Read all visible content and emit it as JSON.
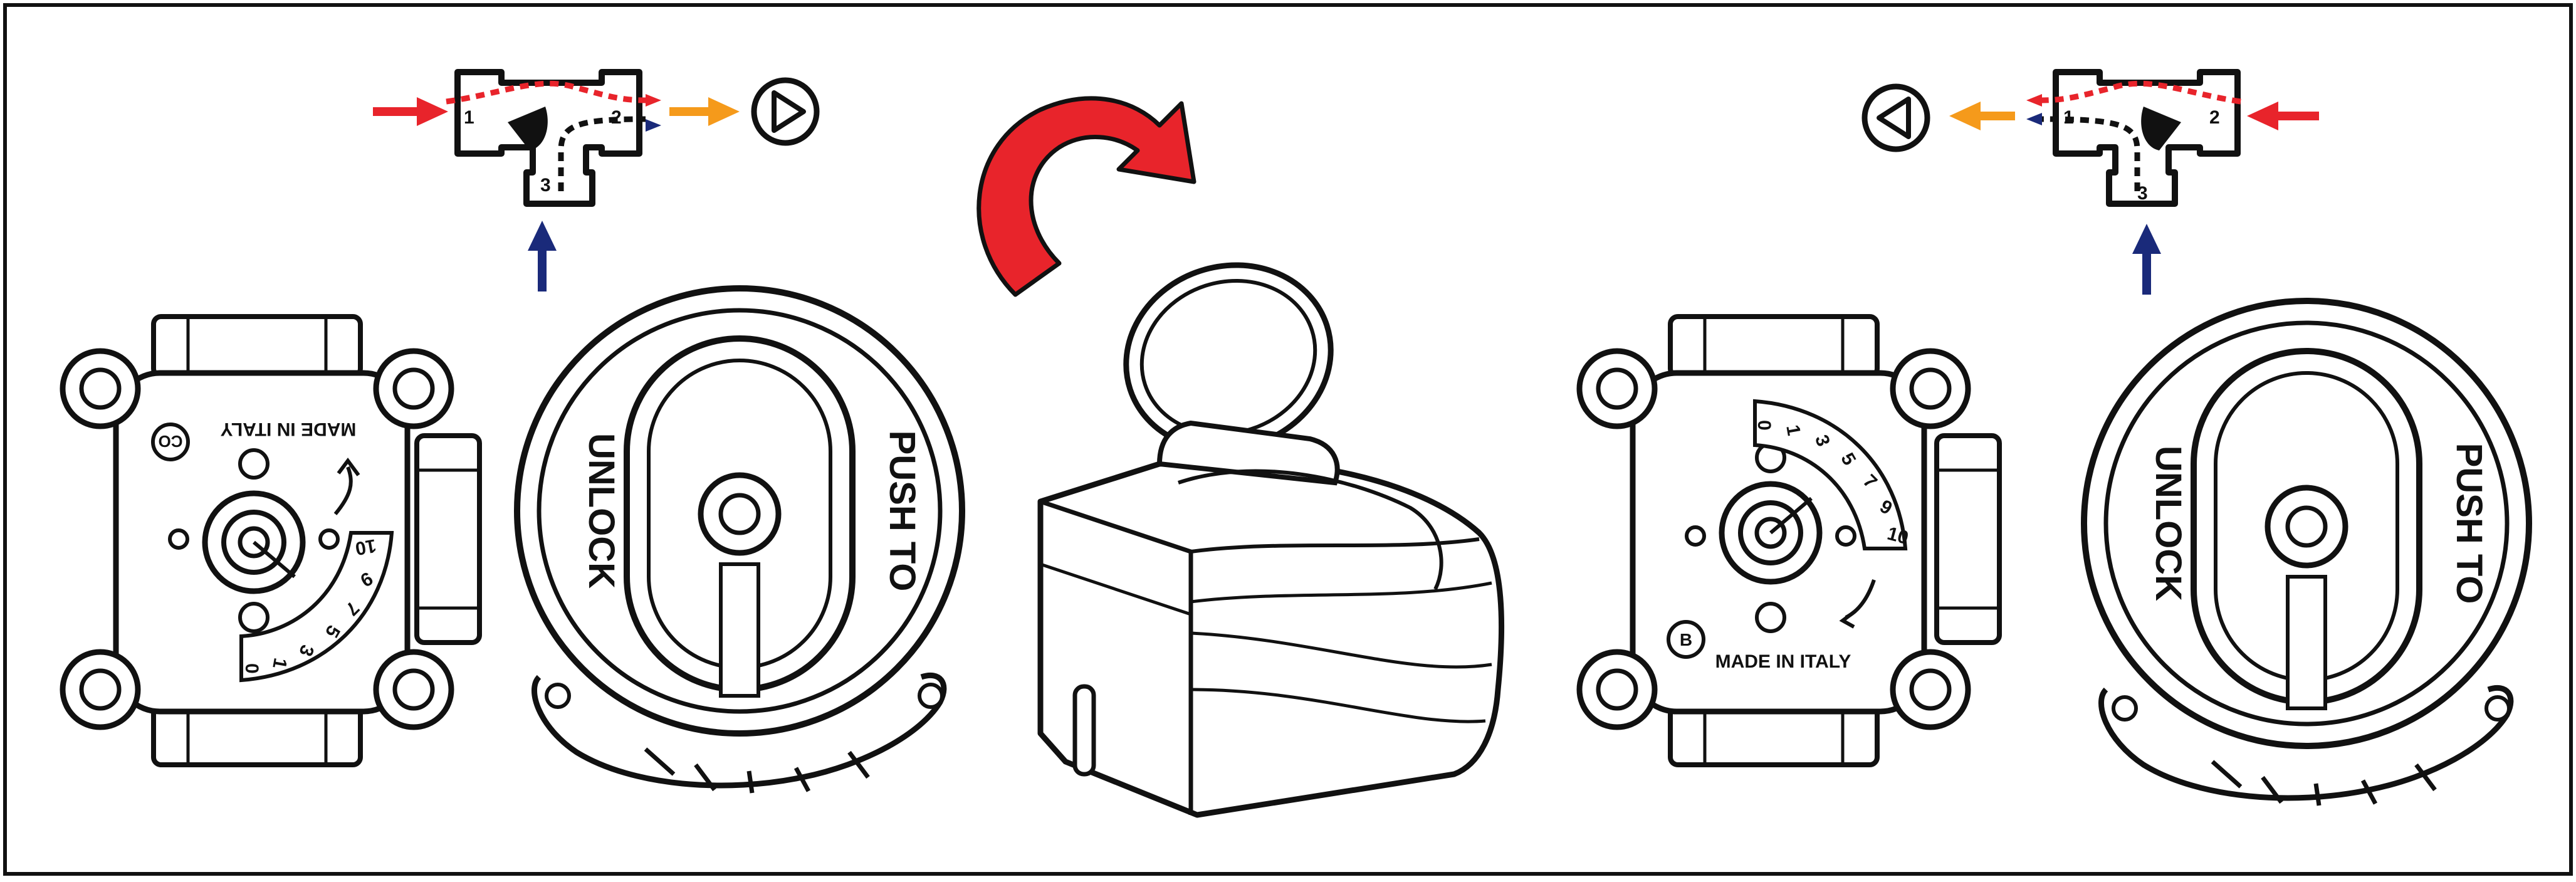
{
  "valve_left": {
    "port_1": "1",
    "port_2": "2",
    "port_3": "3",
    "made_in": "MADE IN ITALY",
    "brand_mark": "CO",
    "scale": [
      "0",
      "1",
      "3",
      "5",
      "7",
      "9",
      "10"
    ]
  },
  "valve_right": {
    "port_1": "1",
    "port_2": "2",
    "port_3": "3",
    "made_in": "MADE IN ITALY",
    "brand_mark": "B",
    "scale": [
      "0",
      "1",
      "3",
      "5",
      "7",
      "9",
      "10"
    ]
  },
  "knob_labels": {
    "unlock": "UNLOCK",
    "push_to": "PUSH TO"
  },
  "colors": {
    "hot": "#e8242b",
    "mixed": "#f59a1b",
    "cold": "#1a2a7a",
    "rotate_arrow": "#e8242b",
    "line": "#111111"
  }
}
